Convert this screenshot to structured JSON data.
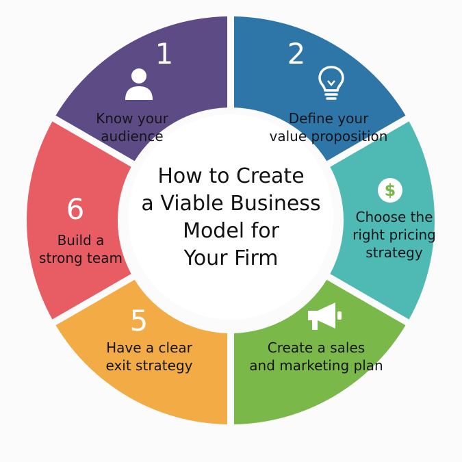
{
  "title_lines": [
    "How to Create",
    "a Viable Business",
    "Model for",
    "Your Firm"
  ],
  "steps": [
    {
      "number": "1",
      "label_lines": [
        "Know your",
        "audience"
      ],
      "color": "#2f76a8",
      "icon": "person-icon"
    },
    {
      "number": "2",
      "label_lines": [
        "Define your",
        "value proposition"
      ],
      "color": "#4fb9b3",
      "icon": "lightbulb-icon"
    },
    {
      "number": "",
      "label_lines": [
        "Choose the",
        "right pricing",
        "strategy"
      ],
      "color": "#7ab84a",
      "icon": "dollar-icon"
    },
    {
      "number": "",
      "label_lines": [
        "Create a sales",
        "and marketing plan"
      ],
      "color": "#f2ab45",
      "icon": "megaphone-icon"
    },
    {
      "number": "5",
      "label_lines": [
        "Have a clear",
        "exit strategy"
      ],
      "color": "#e85d63",
      "icon": ""
    },
    {
      "number": "6",
      "label_lines": [
        "Build a",
        "strong team"
      ],
      "color": "#5d4b86",
      "icon": ""
    }
  ],
  "background_color": "#fbfbfb"
}
